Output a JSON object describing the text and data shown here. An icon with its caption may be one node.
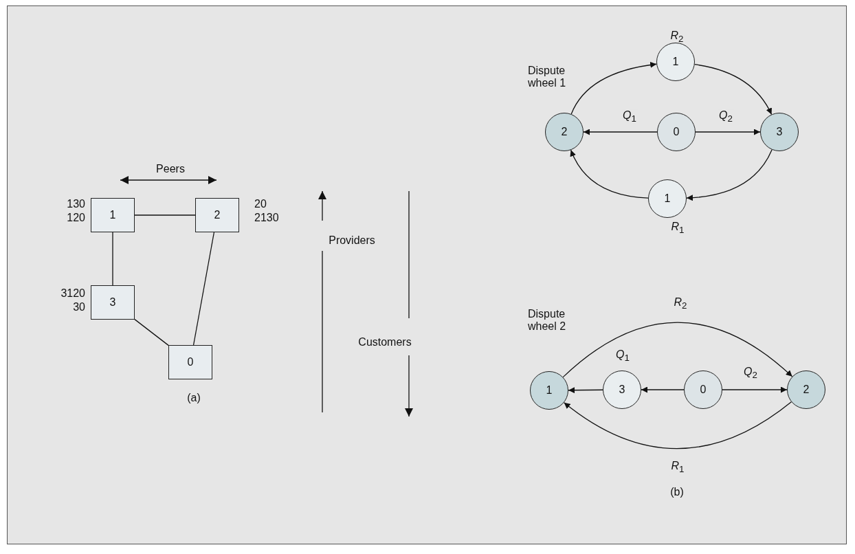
{
  "diagram": {
    "nodes": [
      {
        "text": [
          "1"
        ],
        "beside": [
          "130",
          "120"
        ]
      },
      {
        "text": [
          "2"
        ],
        "beside": [
          "20",
          "2130"
        ]
      },
      {
        "text": [
          "3"
        ],
        "beside": [
          "3120",
          "30"
        ]
      },
      {
        "text": [
          "0"
        ]
      },
      {
        "text": [
          "1"
        ]
      },
      {
        "text": [
          "2"
        ]
      },
      {
        "text": [
          "0"
        ]
      },
      {
        "text": [
          "3"
        ]
      },
      {
        "text": [
          "1"
        ]
      },
      {
        "text": [
          "1"
        ]
      },
      {
        "text": [
          "3"
        ]
      },
      {
        "text": [
          "0"
        ]
      },
      {
        "text": [
          "2"
        ]
      }
    ],
    "edges": [
      {
        "from": 0,
        "to": 1,
        "arrow": "none"
      },
      {
        "from": 0,
        "to": 2,
        "arrow": "none"
      },
      {
        "from": 2,
        "to": 3,
        "arrow": "none"
      },
      {
        "from": 1,
        "to": 3,
        "arrow": "none"
      },
      {
        "from": 5,
        "to": 4,
        "arrow": "to"
      },
      {
        "from": 4,
        "to": 7,
        "arrow": "to"
      },
      {
        "from": 6,
        "to": 5,
        "arrow": "to",
        "label": "*Q*$_{1}$"
      },
      {
        "from": 6,
        "to": 7,
        "arrow": "to",
        "label": "*Q*$_{2}$"
      },
      {
        "from": 7,
        "to": 8,
        "arrow": "to"
      },
      {
        "from": 8,
        "to": 5,
        "arrow": "to"
      },
      {
        "from": 9,
        "to": 12,
        "arrow": "to",
        "label": "*R*$_{2}$"
      },
      {
        "from": 12,
        "to": 9,
        "arrow": "to",
        "label": "*R*$_{1}$"
      },
      {
        "from": 11,
        "to": 10,
        "arrow": "to"
      },
      {
        "from": 10,
        "to": 9,
        "arrow": "to"
      },
      {
        "from": 11,
        "to": 12,
        "arrow": "to",
        "label": "*Q*$_{2}$"
      }
    ],
    "labels": [
      "*R*$_{2}$",
      "Dispute wheel 1",
      "Peers",
      "*R*$_{1}$",
      "Providers",
      "Dispute wheel 2",
      "Customers",
      "*Q*$_{1}$",
      "(a)",
      "(b)"
    ]
  }
}
